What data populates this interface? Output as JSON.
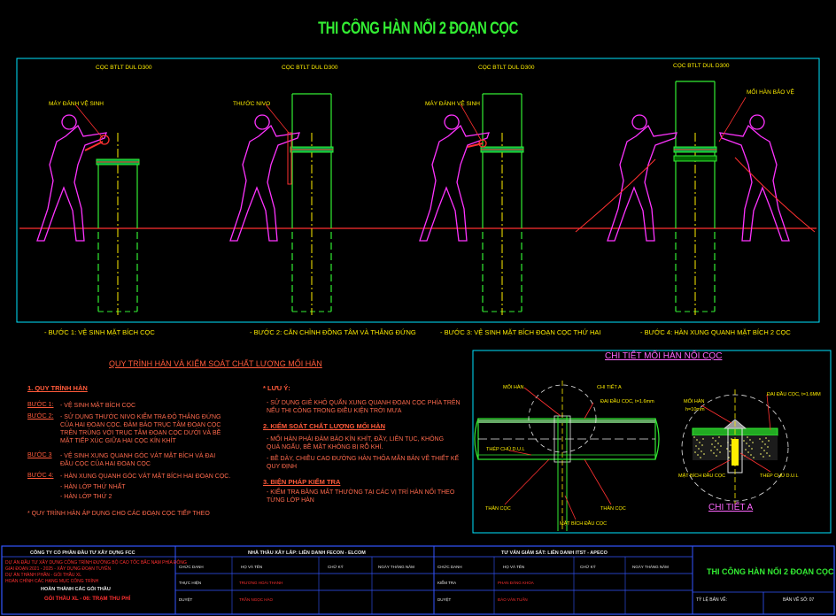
{
  "title": "THI CÔNG HÀN NỐI 2 ĐOẠN CỌC",
  "panels": [
    {
      "pile_label": "CỌC BTLT DUL D300",
      "callout": "MÁY ĐÁNH VỆ SINH",
      "caption": "- BƯỚC 1: VỆ SINH MẶT BÍCH CỌC"
    },
    {
      "pile_label": "CỌC BTLT DUL D300",
      "callout": "THƯỚC NIVO",
      "caption": "- BƯỚC 2: CĂN CHỈNH ĐỒNG TÂM VÀ THẲNG ĐỨNG"
    },
    {
      "pile_label": "CỌC BTLT DUL D300",
      "callout": "MÁY ĐÁNH VỆ SINH",
      "caption": "- BƯỚC 3: VỆ SINH MẶT BÍCH ĐOẠN CỌC THỨ HAI"
    },
    {
      "pile_label": "CỌC BTLT DUL D300",
      "callout": "MỐI HÀN BẢO VỆ",
      "caption": "- BƯỚC 4: HÀN XUNG QUANH MẶT BÍCH 2 CỌC"
    }
  ],
  "procedure": {
    "title": "QUY TRÌNH HÀN VÀ KIỂM SOÁT CHẤT LƯỢNG MỐI HÀN",
    "section1_title": "1. QUY TRÌNH HÀN",
    "steps": [
      {
        "label": "BƯỚC 1:",
        "text": "- VỆ SINH MẶT BÍCH CỌC"
      },
      {
        "label": "BƯỚC 2:",
        "text": "- SỬ DỤNG THƯỚC NIVO KIỂM TRA ĐỘ THẲNG ĐỨNG CỦA HAI ĐOẠN CỌC. ĐẢM BẢO TRỤC TÂM ĐOẠN CỌC TRÊN TRÙNG VỚI TRỤC TÂM ĐOẠN CỌC DƯỚI VÀ BỀ MẶT TIẾP XÚC GIỮA HAI CỌC KÍN KHÍT"
      },
      {
        "label": "BƯỚC 3",
        "text": "- VỆ SINH XUNG QUANH GÓC VÁT MẶT BÍCH VÀ ĐAI ĐẦU CỌC CỦA HAI ĐOẠN CỌC"
      },
      {
        "label": "BƯỚC 4:",
        "text": "- HÀN XUNG QUANH GÓC VÁT MẶT BÍCH HAI ĐOẠN CỌC.",
        "sub": [
          "- HÀN LỚP THỨ NHẤT",
          "- HÀN LỚP THỨ 2"
        ]
      }
    ],
    "footnote": "* QUY TRÌNH HÀN ÁP DỤNG CHO CÁC ĐOẠN CỌC TIẾP THEO",
    "notes_title": "* LƯU Ý:",
    "notes": [
      "- SỬ DỤNG GIẺ KHÔ QUẤN XUNG QUANH ĐOẠN CỌC PHÍA TRÊN NẾU THI CÔNG TRONG ĐIỀU KIỆN TRỜI MƯA"
    ],
    "section2_title": "2. KIỂM SOÁT CHẤT LƯỢNG MỐI HÀN",
    "section2_items": [
      "- MỐI HÀN PHẢI ĐẢM BẢO KÍN KHÍT, ĐẦY, LIÊN TỤC, KHÔNG QUÁ NGẤU, BỀ MẶT KHÔNG BỊ RỖ KHÍ.",
      "- BỀ DÀY, CHIỀU CAO ĐƯỜNG HÀN THỎA MÃN BẢN VẼ THIẾT KẾ QUY ĐỊNH"
    ],
    "section3_title": "3. BIỆN PHÁP KIỂM TRA",
    "section3_items": [
      "- KIỂM TRA BẰNG MẮT THƯỜNG TẠI CÁC VỊ TRÍ HÀN NỐI THEO TỪNG LỚP HÀN"
    ]
  },
  "detail": {
    "title": "CHI TIẾT MỐI HÀN NỐI CỌC",
    "labels_left": {
      "moi_han": "MỐI HÀN",
      "chi_tiet_a": "CHI TIẾT A",
      "dai_dau_coc": "ĐAI ĐẦU CỌC, t=1.6mm",
      "thep_chu": "THÉP CHỦ D.U.L",
      "than_coc_l": "THÂN CỌC",
      "than_coc_r": "THÂN CỌC",
      "mat_bich": "MẶT BÍCH ĐẦU CỌC"
    },
    "labels_right": {
      "moi_han": "MỐI HÀN",
      "h": "h=10mm",
      "dai_dau_coc": "ĐAI ĐẦU CỌC, t=1.6MM",
      "mat_bich": "MẶT BÍCH ĐẦU CỌC",
      "thep_chu": "THÉP CHỦ D.U.L"
    },
    "sub_title": "CHI TIẾT A"
  },
  "title_block": {
    "company": "CÔNG TY CỔ PHẦN ĐẦU TƯ XÂY DỰNG FCC",
    "project_lines": [
      "DỰ ÁN ĐẦU TƯ XÂY DỰNG CÔNG TRÌNH ĐƯỜNG BỘ CAO TỐC BẮC NAM PHÍA ĐÔNG",
      "GIAI ĐOẠN 2021 - 2025 - XÂY DỰNG ĐOẠN TUYẾN",
      "DỰ ÁN THÀNH PHẦN - GÓI THẦU XL",
      "HOÀN CHỈNH CÁC HẠNG MỤC CÔNG TRÌNH"
    ],
    "package": "HOÀN THÀNH CÁC GÓI THẦU",
    "package2": "GÓI THẦU XL - 06: TRẠM THU PHÍ",
    "contractor_header": "NHÀ THẦU XÂY LẮP: LIÊN DANH FECON - ELCOM",
    "contractor_cols": [
      "CHỨC DANH",
      "HỌ VÀ TÊN",
      "CHỮ KÝ",
      "NGÀY THÁNG NĂM"
    ],
    "contractor_rows": [
      [
        "THỰC HIỆN",
        "TRƯƠNG HOÀI THANH"
      ],
      [
        "DUYỆT",
        "TRẦN NGỌC HÀO"
      ]
    ],
    "consultant_header": "TƯ VẤN GIÁM SÁT: LIÊN DANH ITST - APECO",
    "consultant_cols": [
      "CHỨC DANH",
      "HỌ VÀ TÊN",
      "CHỮ KÝ",
      "NGÀY THÁNG NĂM"
    ],
    "consultant_rows": [
      [
        "KIỂM TRA",
        "PHAN ĐĂNG KHOA"
      ],
      [
        "DUYỆT",
        "ĐÀO VĂN TUẤN"
      ]
    ],
    "drawing_title": "THI CÔNG HÀN NỐI 2 ĐOẠN CỌC",
    "scale": "TỶ LỆ BẢN VẼ:",
    "sheet": "BẢN VẼ SỐ: 07"
  }
}
